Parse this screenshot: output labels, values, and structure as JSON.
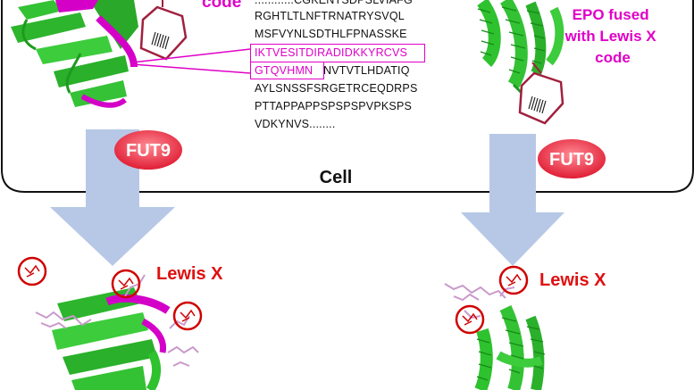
{
  "cell_label": "Cell",
  "enzyme_left": "FUT9",
  "enzyme_right": "FUT9",
  "tag_top_left": "code",
  "epo_label": [
    "EPO fused",
    "with Lewis X",
    "code"
  ],
  "lewis_left": "Lewis X",
  "lewis_right": "Lewis X",
  "sequence": {
    "line1": "............CGKENTSDPSLVIAFG",
    "line2": "RGHTLTLNFTRNATRYSVQL",
    "line3": "MSFVYNLSDTHLFPNASSKE",
    "line4": "IKTVESITDIRADIDKKYRCVS",
    "line5_hl": "GTQVHMN",
    "line5_rest": "NVTVTLHDATIQ",
    "line6": "AYLSNSSFSRGETRCEQDRPS",
    "line7": "PTTAPPAPPSPSPSPVPKSPS",
    "line8": "VDKYNVS........"
  },
  "colors": {
    "protein": "#2ec22e",
    "highlight": "#d400c8",
    "enzyme": "#e8213a",
    "arrow": "#b7c8e6",
    "lewis": "#d00000",
    "tag": "#a0203e"
  }
}
